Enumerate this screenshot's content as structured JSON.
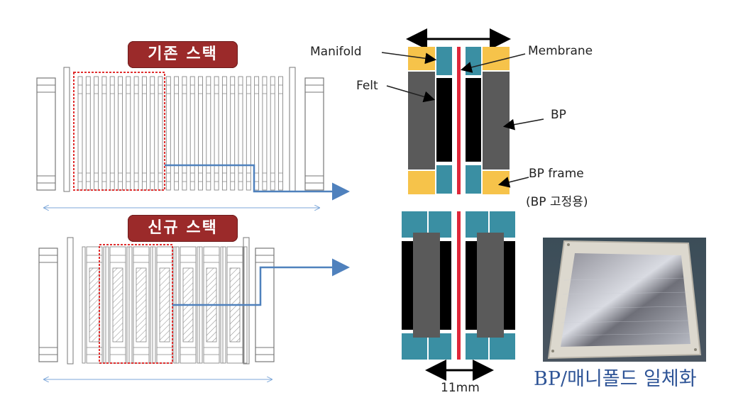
{
  "badges": {
    "old_stack": "기존 스택",
    "new_stack": "신규 스택"
  },
  "labels": {
    "manifold": "Manifold",
    "membrane": "Membrane",
    "felt": "Felt",
    "bp": "BP",
    "bp_frame": "BP frame",
    "bp_frame_note": "(BP 고정용)",
    "dimension": "11mm",
    "caption": "BP/매니폴드 일체화"
  },
  "colors": {
    "badge": "#9b2a2a",
    "felt": "#5a5a5a",
    "bp_dark": "#000000",
    "manifold": "#3a8fa3",
    "bp_frame": "#f6c34a",
    "membrane": "#e0273a",
    "connector": "#4f81bd",
    "selection": "#e03030",
    "caption": "#2f5597"
  }
}
